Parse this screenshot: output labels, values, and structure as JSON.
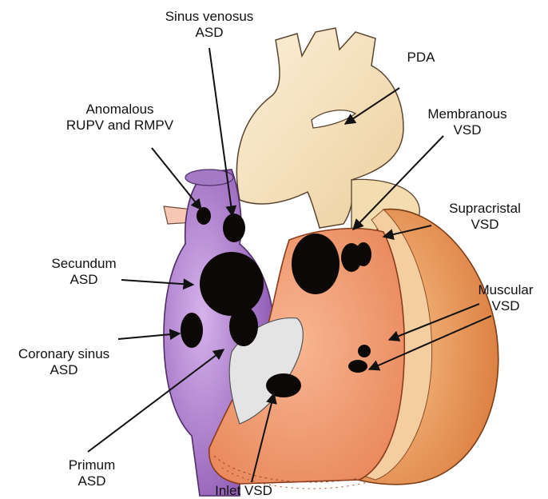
{
  "labels": {
    "sinus_venosus": [
      "Sinus venosus",
      "ASD"
    ],
    "anomalous": [
      "Anomalous",
      "RUPV and RMPV"
    ],
    "pda": [
      "PDA"
    ],
    "membranous": [
      "Membranous",
      "VSD"
    ],
    "supracristal": [
      "Supracristal",
      "VSD"
    ],
    "secundum": [
      "Secundum",
      "ASD"
    ],
    "muscular": [
      "Muscular",
      "VSD"
    ],
    "coronary_sinus": [
      "Coronary sinus",
      "ASD"
    ],
    "primum": [
      "Primum",
      "ASD"
    ],
    "inlet": [
      "Inlet VSD"
    ]
  },
  "colors": {
    "aorta": "#f7e6c4",
    "aorta_outline": "#4a3a28",
    "right_atrium": "#b98ad6",
    "right_atrium_dark": "#8a55b0",
    "ventricle": "#f5a07a",
    "ventricle_dark": "#d9733f",
    "ventricle_wall": "#f7bf8a",
    "hole": "#0c0807",
    "valve": "#d8d8d8",
    "arrow": "#111111"
  }
}
